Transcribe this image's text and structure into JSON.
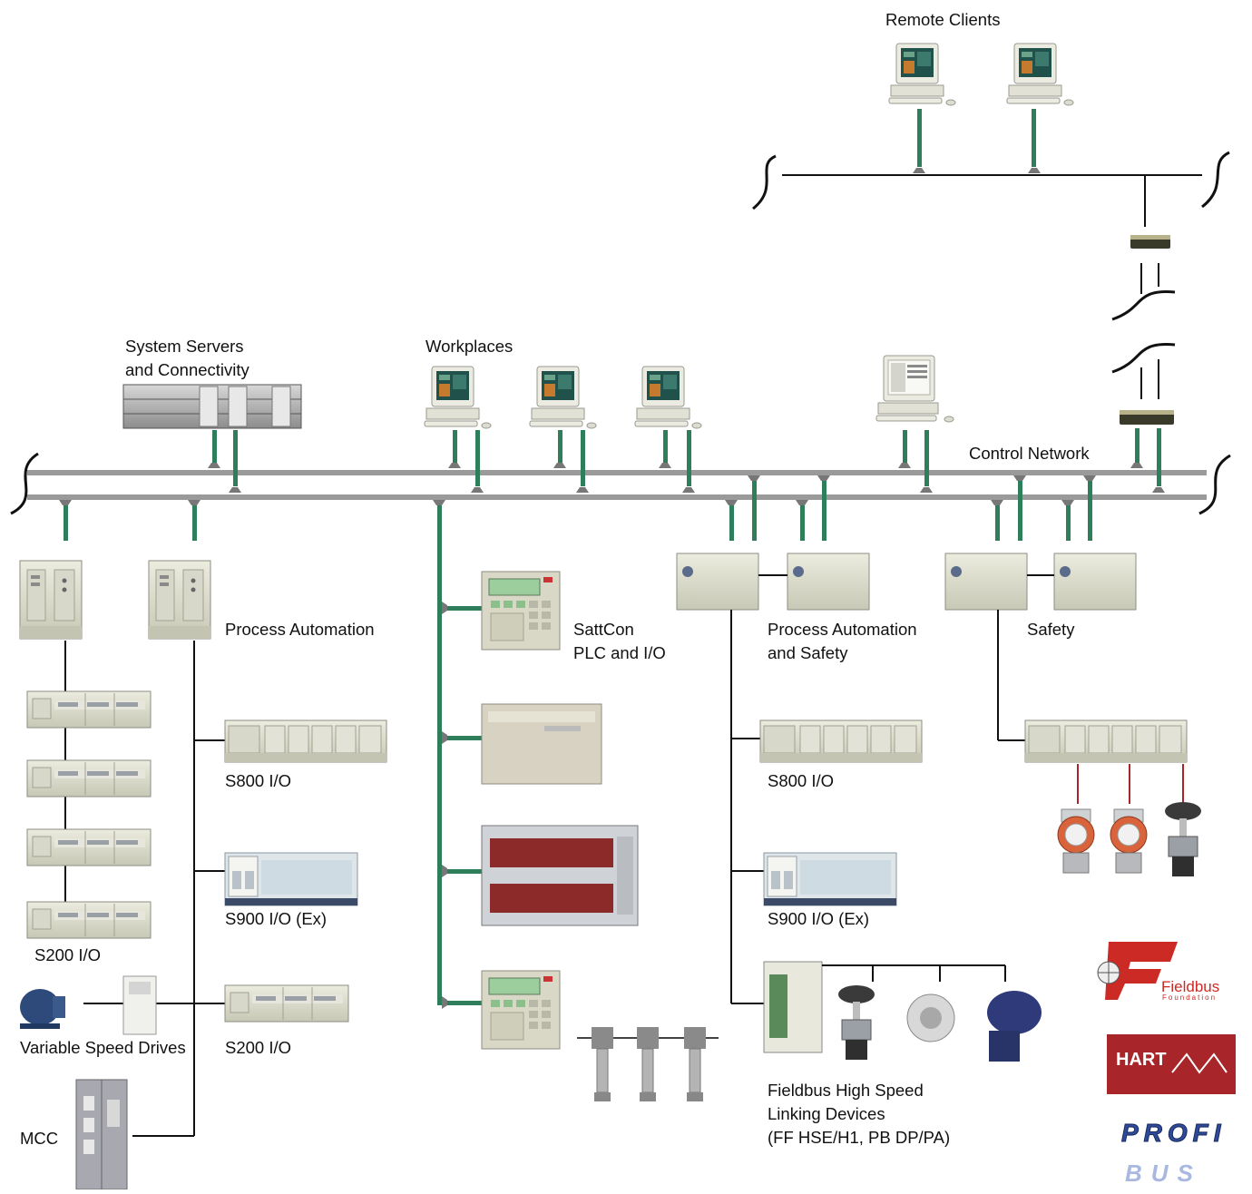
{
  "labels": {
    "remote_clients": "Remote Clients",
    "system_servers": "System Servers\nand Connectivity",
    "workplaces": "Workplaces",
    "control_network": "Control Network",
    "process_automation": "Process Automation",
    "sattcon": "SattCon\nPLC and I/O",
    "process_automation_safety": "Process Automation\nand Safety",
    "safety": "Safety",
    "s800_left": "S800 I/O",
    "s900_left": "S900 I/O (Ex)",
    "s200_left": "S200 I/O",
    "s200_mid": "S200 I/O",
    "variable_speed_drives": "Variable Speed Drives",
    "mcc": "MCC",
    "s800_right": "S800 I/O",
    "s900_right": "S900 I/O (Ex)",
    "fieldbus_linking": "Fieldbus High Speed\nLinking Devices\n(FF HSE/H1, PB DP/PA)"
  },
  "logos": {
    "fieldbus": {
      "name": "Fieldbus",
      "sub": "Foundation"
    },
    "hart": {
      "name": "HART"
    },
    "profibus": {
      "name": "PROFI",
      "sub": "BUS"
    }
  },
  "colors": {
    "bus": "#9a9a9a",
    "link_green": "#2e7d5b",
    "wire": "#111111",
    "hart_red": "#a8262a",
    "fieldbus_red": "#cc2a24",
    "profibus_blue": "#2e4a9a"
  }
}
